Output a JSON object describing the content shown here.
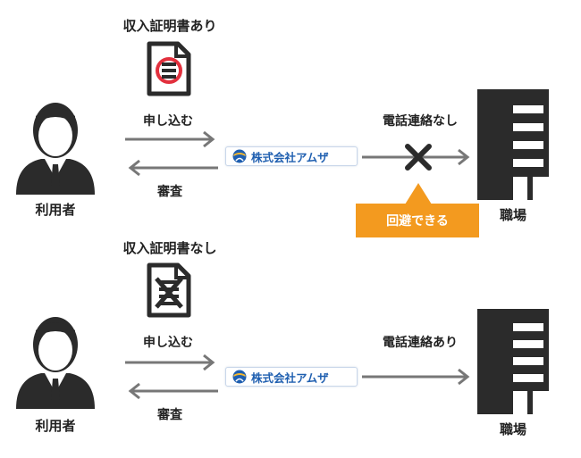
{
  "top": {
    "document_label": "収入証明書あり",
    "apply_label": "申し込む",
    "review_label": "審査",
    "user_label": "利用者",
    "company_name": "株式会社アムザ",
    "call_label": "電話連絡なし",
    "workplace_label": "職場",
    "callout_text": "回避できる"
  },
  "bottom": {
    "document_label": "収入証明書なし",
    "apply_label": "申し込む",
    "review_label": "審査",
    "user_label": "利用者",
    "company_name": "株式会社アムザ",
    "call_label": "電話連絡あり",
    "workplace_label": "職場"
  },
  "colors": {
    "arrow": "#777777",
    "icon_dark": "#2b2b2b",
    "no_entry": "#e2303d",
    "callout": "#f39a1f",
    "brand_blue": "#1f5fb0"
  }
}
